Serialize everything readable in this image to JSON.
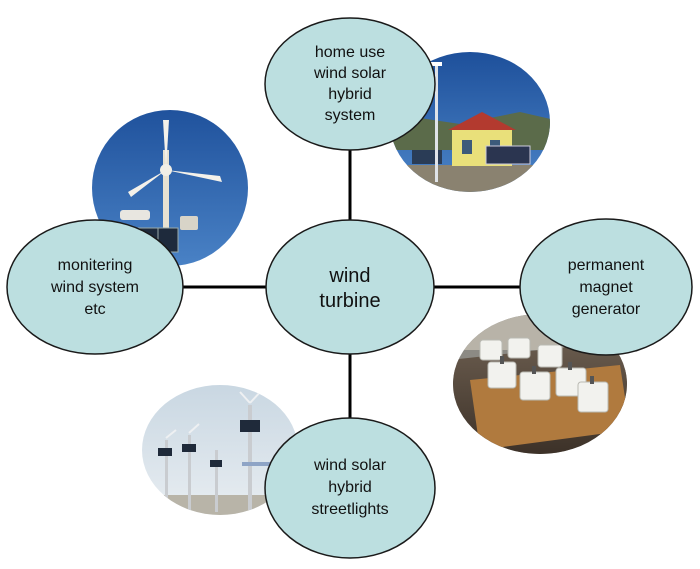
{
  "colors": {
    "node_fill": "#bcdfe0",
    "node_stroke": "#1a1a1a",
    "connector": "#000000"
  },
  "center": {
    "lines": [
      "wind",
      "turbine"
    ]
  },
  "nodes": {
    "home": {
      "lines": [
        "home use",
        "wind solar",
        "hybrid",
        "system"
      ],
      "photo": "house-with-solar-panels-and-wind-pole-photo"
    },
    "monitor": {
      "lines": [
        "monitering",
        "wind system",
        "etc"
      ],
      "photo": "wind-turbine-with-camera-photo"
    },
    "generator": {
      "lines": [
        "permanent",
        "magnet",
        "generator"
      ],
      "photo": "generators-on-pallet-photo"
    },
    "street": {
      "lines": [
        "wind solar",
        "hybrid",
        "streetlights"
      ],
      "photo": "wind-solar-streetlights-photo"
    }
  }
}
